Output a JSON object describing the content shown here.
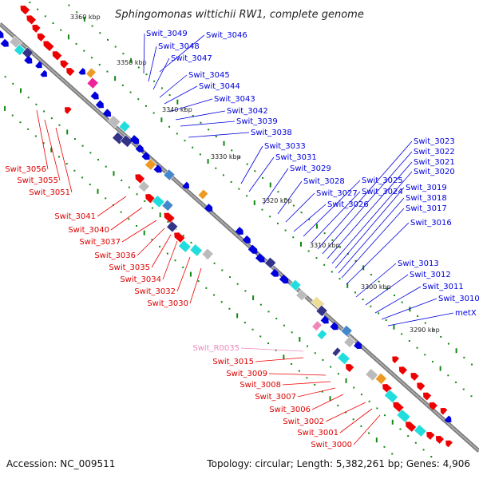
{
  "title": "Sphingomonas wittichii RW1, complete genome",
  "footer": {
    "accession": "Accession: NC_009511",
    "summary": "Topology: circular; Length: 5,382,261 bp; Genes: 4,906"
  },
  "kbp_labels": [
    "3360 kbp",
    "3350 kbp",
    "3340 kbp",
    "3330 kbp",
    "3320 kbp",
    "3310 kbp",
    "3300 kbp",
    "3290 kbp"
  ],
  "right_labels": [
    "Swit_3046",
    "Swit_3049",
    "Swit_3048",
    "Swit_3047",
    "Swit_3045",
    "Swit_3044",
    "Swit_3043",
    "Swit_3042",
    "Swit_3039",
    "Swit_3038",
    "Swit_3033",
    "Swit_3031",
    "Swit_3029",
    "Swit_3028",
    "Swit_3027",
    "Swit_3026",
    "Swit_3025",
    "Swit_3024",
    "Swit_3023",
    "Swit_3022",
    "Swit_3021",
    "Swit_3020",
    "Swit_3019",
    "Swit_3018",
    "Swit_3017",
    "Swit_3016",
    "Swit_3013",
    "Swit_3012",
    "Swit_3011",
    "Swit_3010",
    "metX"
  ],
  "left_labels": [
    "Swit_3056",
    "Swit_3055",
    "Swit_3051",
    "Swit_3041",
    "Swit_3040",
    "Swit_3037",
    "Swit_3036",
    "Swit_3035",
    "Swit_3034",
    "Swit_3032",
    "Swit_3030",
    "Swit_R0035",
    "Swit_3015",
    "Swit_3009",
    "Swit_3008",
    "Swit_3007",
    "Swit_3006",
    "Swit_3002",
    "Swit_3001",
    "Swit_3000"
  ],
  "colors": {
    "forward_cds": "#0000dd",
    "reverse_cds": "#ee0000",
    "rna": "#ee88bb",
    "backbone": "#888888",
    "tick": "#118811",
    "cyan": "#22dddd",
    "navy": "#333388",
    "orange": "#ee9922",
    "magenta": "#ee2299",
    "khaki": "#eedd99",
    "steel": "#4488cc",
    "gray": "#bbbbbb"
  }
}
